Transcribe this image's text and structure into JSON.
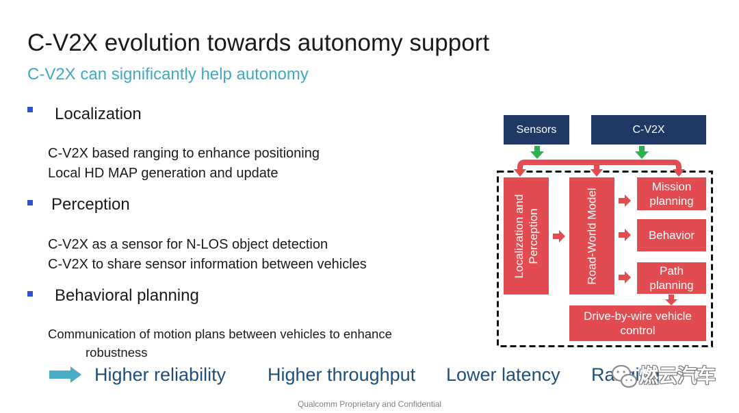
{
  "slide": {
    "title": "C-V2X evolution towards autonomy support",
    "subtitle": "C-V2X can significantly help autonomy",
    "sections": [
      {
        "heading": "Localization",
        "items": [
          {
            "lines": [
              "C-V2X based ranging to enhance positioning"
            ]
          },
          {
            "lines": [
              "Local HD MAP generation and update"
            ]
          }
        ]
      },
      {
        "heading": "Perception",
        "items": [
          {
            "lines": [
              "C-V2X as a sensor for N-LOS object detection"
            ]
          },
          {
            "lines": [
              "C-V2X to share sensor information between vehicles"
            ]
          }
        ]
      },
      {
        "heading": "Behavioral planning",
        "items": [
          {
            "lines": [
              "Communication of motion plans between vehicles to enhance",
              "robustness"
            ]
          }
        ]
      }
    ]
  },
  "benefits": {
    "arrow_icon": "right-arrow-icon",
    "items": [
      "Higher reliability",
      "Higher throughput",
      "Lower latency",
      "Ranging"
    ]
  },
  "diagram": {
    "inputs": {
      "sensors": "Sensors",
      "cv2x": "C-V2X"
    },
    "localization_perception": [
      "Localization and",
      "Perception"
    ],
    "road_world_model": "Road-World Model",
    "mission_planning": [
      "Mission",
      "planning"
    ],
    "behavior": "Behavior",
    "path_planning": [
      "Path",
      "planning"
    ],
    "drive_by_wire": [
      "Drive-by-wire vehicle",
      "control"
    ]
  },
  "footer": {
    "text": "Qualcomm Proprietary and Confidential"
  },
  "watermark": {
    "icon": "wechat-icon",
    "text": "燃云汽车"
  },
  "colors": {
    "title": "#1a1a1a",
    "subtitle": "#3fa8c3",
    "bullet": "#2f52d4",
    "body_text": "#1a1a1a",
    "navy_box": "#1f3864",
    "red_box": "#e24b4f",
    "green_arrow": "#2bb24c",
    "teal_arrow": "#4bacc6",
    "benefit_text": "#1f4e79",
    "footer_text": "#7f7f7f"
  }
}
